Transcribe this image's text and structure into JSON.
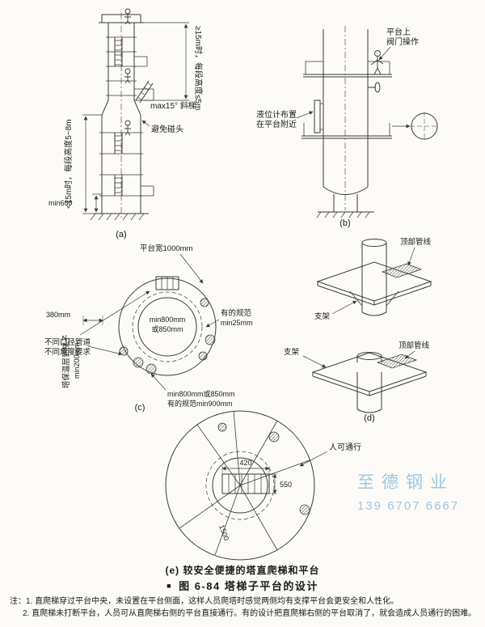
{
  "figures": {
    "a": {
      "label": "(a)",
      "dim_right_vertical": "≥15m时，每段高度≤5m",
      "dim_left_vertical": "<15m时，每段高度5~8m",
      "note_incline": "max15° 斜梯",
      "note_head": "避免碰头",
      "dim_min600": "min600"
    },
    "b": {
      "label": "(b)",
      "valve_note_line1": "平台上",
      "valve_note_line2": "阀门操作",
      "gauge_note_line1": "液位计布置",
      "gauge_note_line2": "在平台附近"
    },
    "c": {
      "label": "(c)",
      "insulation_note": "塔保温层到梯子",
      "insulation_dim": "min200mm",
      "platform_width": "平台宽1000mm",
      "dim_380": "380mm",
      "pipes_note_line1": "不同口径管道",
      "pipes_note_line2": "不同角度要求",
      "center_dim_line1": "min800mm",
      "center_dim_line2": "或850mm",
      "spec_note_line1": "有的规范",
      "spec_note_line2": "min25mm",
      "bottom_dim_line1": "min800mm或850mm",
      "bottom_dim_line2": "有的规范min900mm"
    },
    "d": {
      "label": "(d)",
      "top_pipe_label_1": "顶部管线",
      "bracket_label_1": "支架",
      "bracket_label_2": "支架",
      "top_pipe_label_2": "顶部管线"
    },
    "e": {
      "caption": "(e) 较安全便捷的塔直爬梯和平台",
      "pass_note": "人可通行",
      "dim_420": "420",
      "dim_550": "550",
      "dim_1500": "1500"
    }
  },
  "caption": {
    "bullet": "■",
    "text": "图 6-84  塔梯子平台的设计"
  },
  "notes": [
    "注：1. 直爬梯穿过平台中央，未设置在平台侧面，这样人员爬塔时感觉两侧均有支撑平台会更安全和人性化。",
    "2. 直爬梯未打断平台，人员可从直爬梯右侧的平台直接通行。有的设计把直爬梯右侧的平台取消了，就会造成人员通行的困难。"
  ],
  "watermark": {
    "line1": "至德钢业",
    "line2": "139 6707 6667"
  }
}
